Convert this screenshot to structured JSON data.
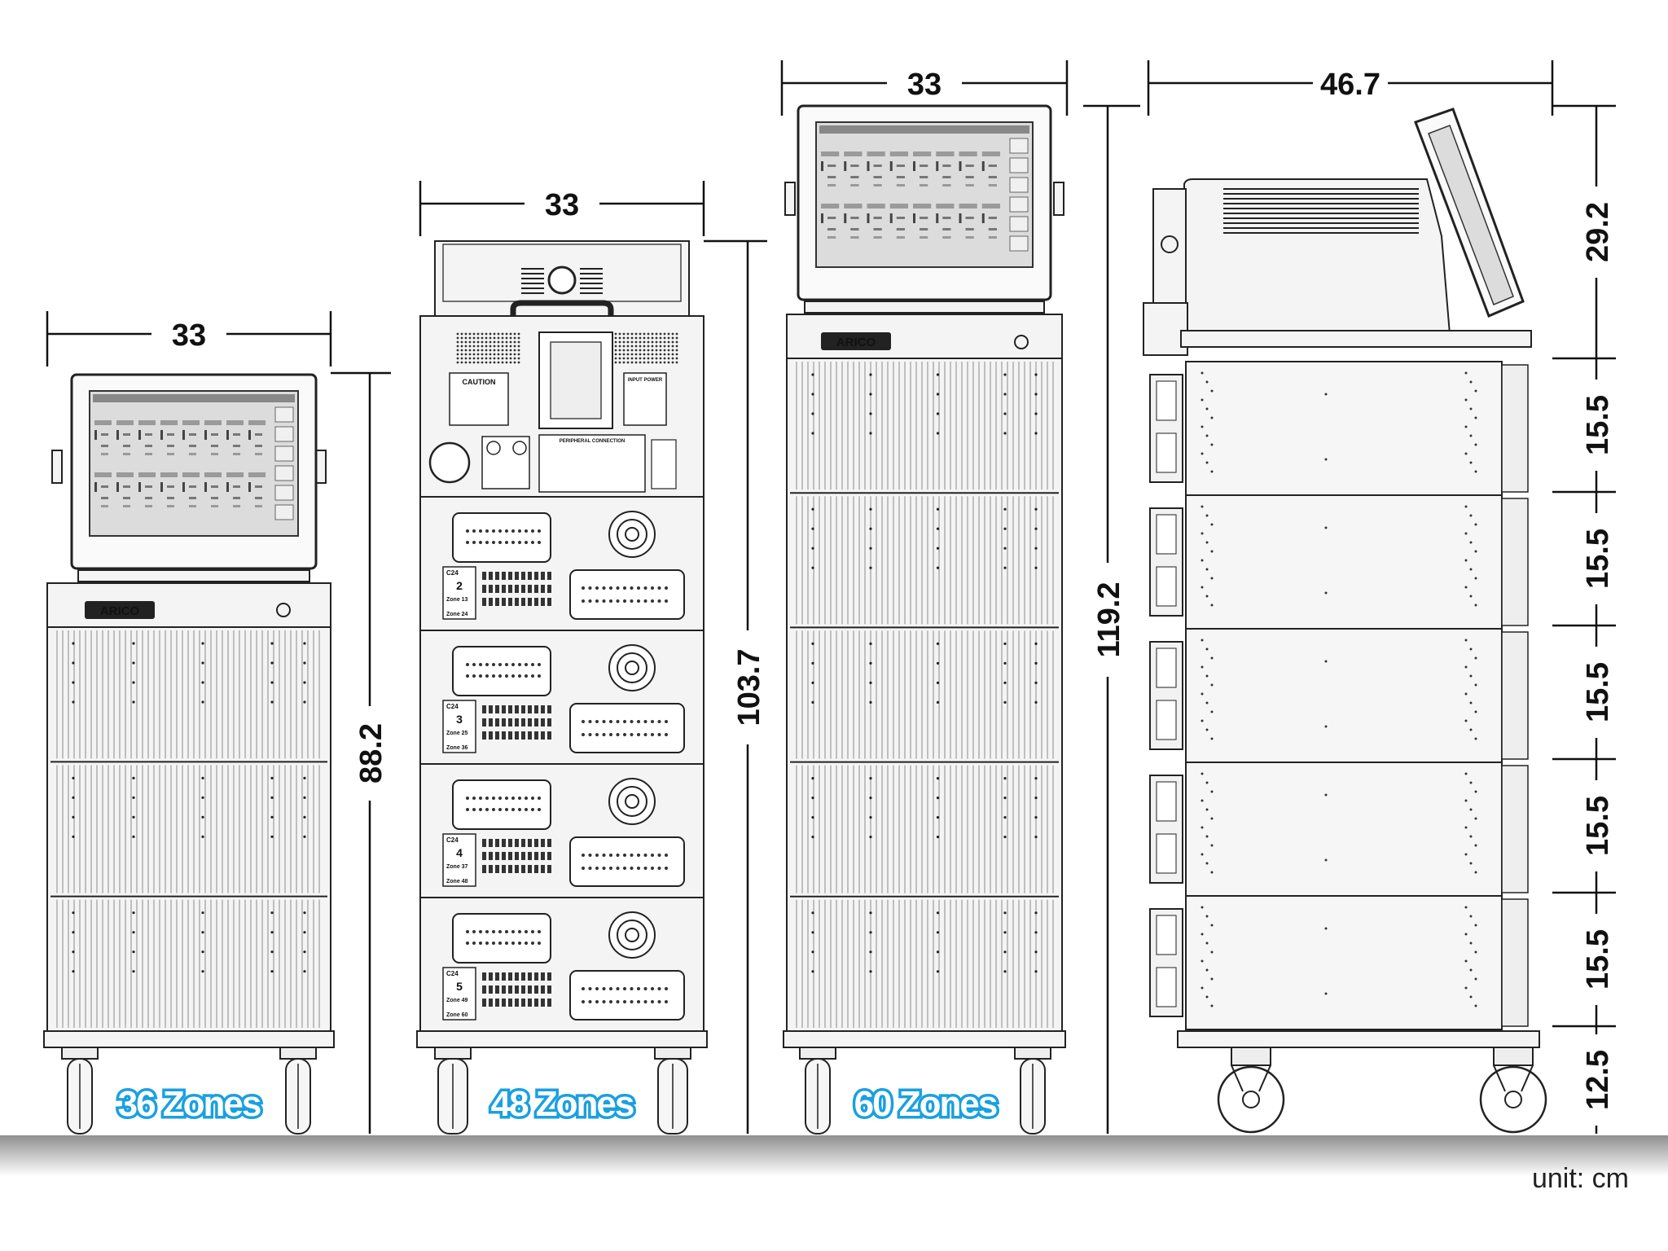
{
  "dimensions": {
    "unit_label": "unit: cm",
    "front_widths": [
      "33",
      "33",
      "33"
    ],
    "side_depth": "46.7",
    "heights": [
      "88.2",
      "103.7",
      "119.2"
    ],
    "side_stack": [
      "29.2",
      "15.5",
      "15.5",
      "15.5",
      "15.5",
      "15.5",
      "12.5"
    ]
  },
  "units": [
    {
      "label": "36 Zones",
      "brand": "ARICO"
    },
    {
      "label": "48 Zones"
    },
    {
      "label": "60 Zones",
      "brand": "ARICO"
    }
  ],
  "modules_48": [
    {
      "code": "C24",
      "num": "2",
      "from": "Zone 13",
      "to": "Zone 24"
    },
    {
      "code": "C24",
      "num": "3",
      "from": "Zone 25",
      "to": "Zone 36"
    },
    {
      "code": "C24",
      "num": "4",
      "from": "Zone 37",
      "to": "Zone 48"
    },
    {
      "code": "C24",
      "num": "5",
      "from": "Zone 49",
      "to": "Zone 60"
    }
  ],
  "panel_48": {
    "caution": "CAUTION",
    "input_power": "INPUT POWER",
    "peripheral": "PERIPHERAL CONNECTION"
  },
  "colors": {
    "zone_label": "#1aa0e0",
    "floor": "#9a9a9a"
  }
}
